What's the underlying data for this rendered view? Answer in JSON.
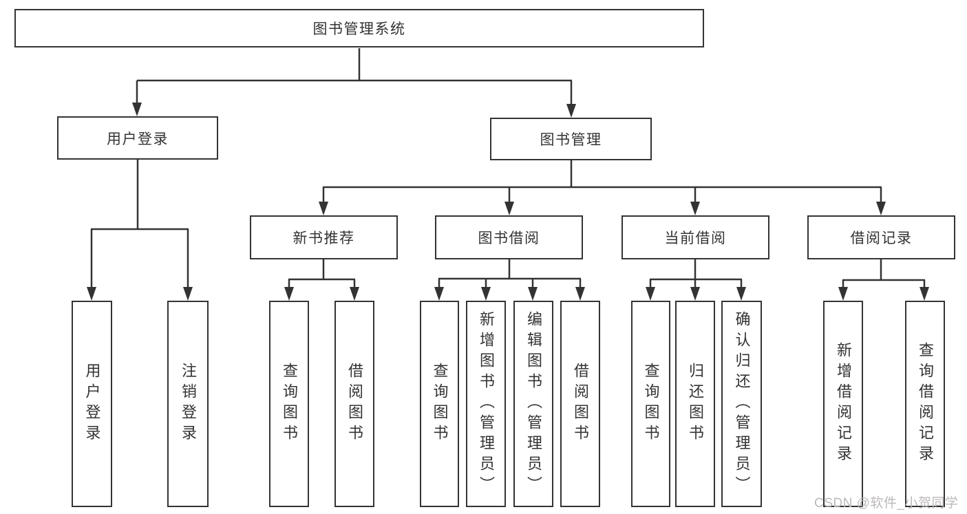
{
  "colors": {
    "line": "#333333",
    "box_border": "#333333",
    "text": "#333333",
    "watermark": "#bcb8b8",
    "background": "#ffffff"
  },
  "tree": {
    "root": "图书管理系统",
    "branches": [
      {
        "label": "用户登录",
        "children": [
          "用户登录",
          "注销登录"
        ]
      },
      {
        "label": "图书管理",
        "sections": [
          {
            "label": "新书推荐",
            "children": [
              "查询图书",
              "借阅图书"
            ]
          },
          {
            "label": "图书借阅",
            "children": [
              "查询图书",
              "新增图书（管理员）",
              "编辑图书（管理员）",
              "借阅图书"
            ]
          },
          {
            "label": "当前借阅",
            "children": [
              "查询图书",
              "归还图书",
              "确认归还（管理员）"
            ]
          },
          {
            "label": "借阅记录",
            "children": [
              "新增借阅记录",
              "查询借阅记录"
            ]
          }
        ]
      }
    ]
  },
  "watermark": "CSDN @软件_小贺同学"
}
